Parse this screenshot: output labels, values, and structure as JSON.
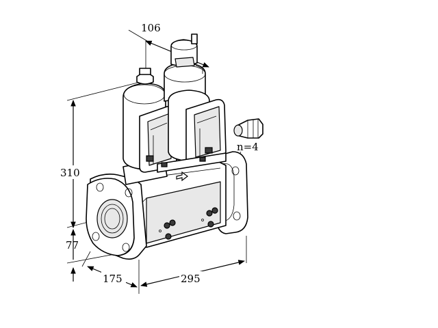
{
  "dimensions": {
    "top_width": "106",
    "height": "310",
    "base_height": "77",
    "depth": "175",
    "length": "295",
    "flange_note": "n=4"
  }
}
